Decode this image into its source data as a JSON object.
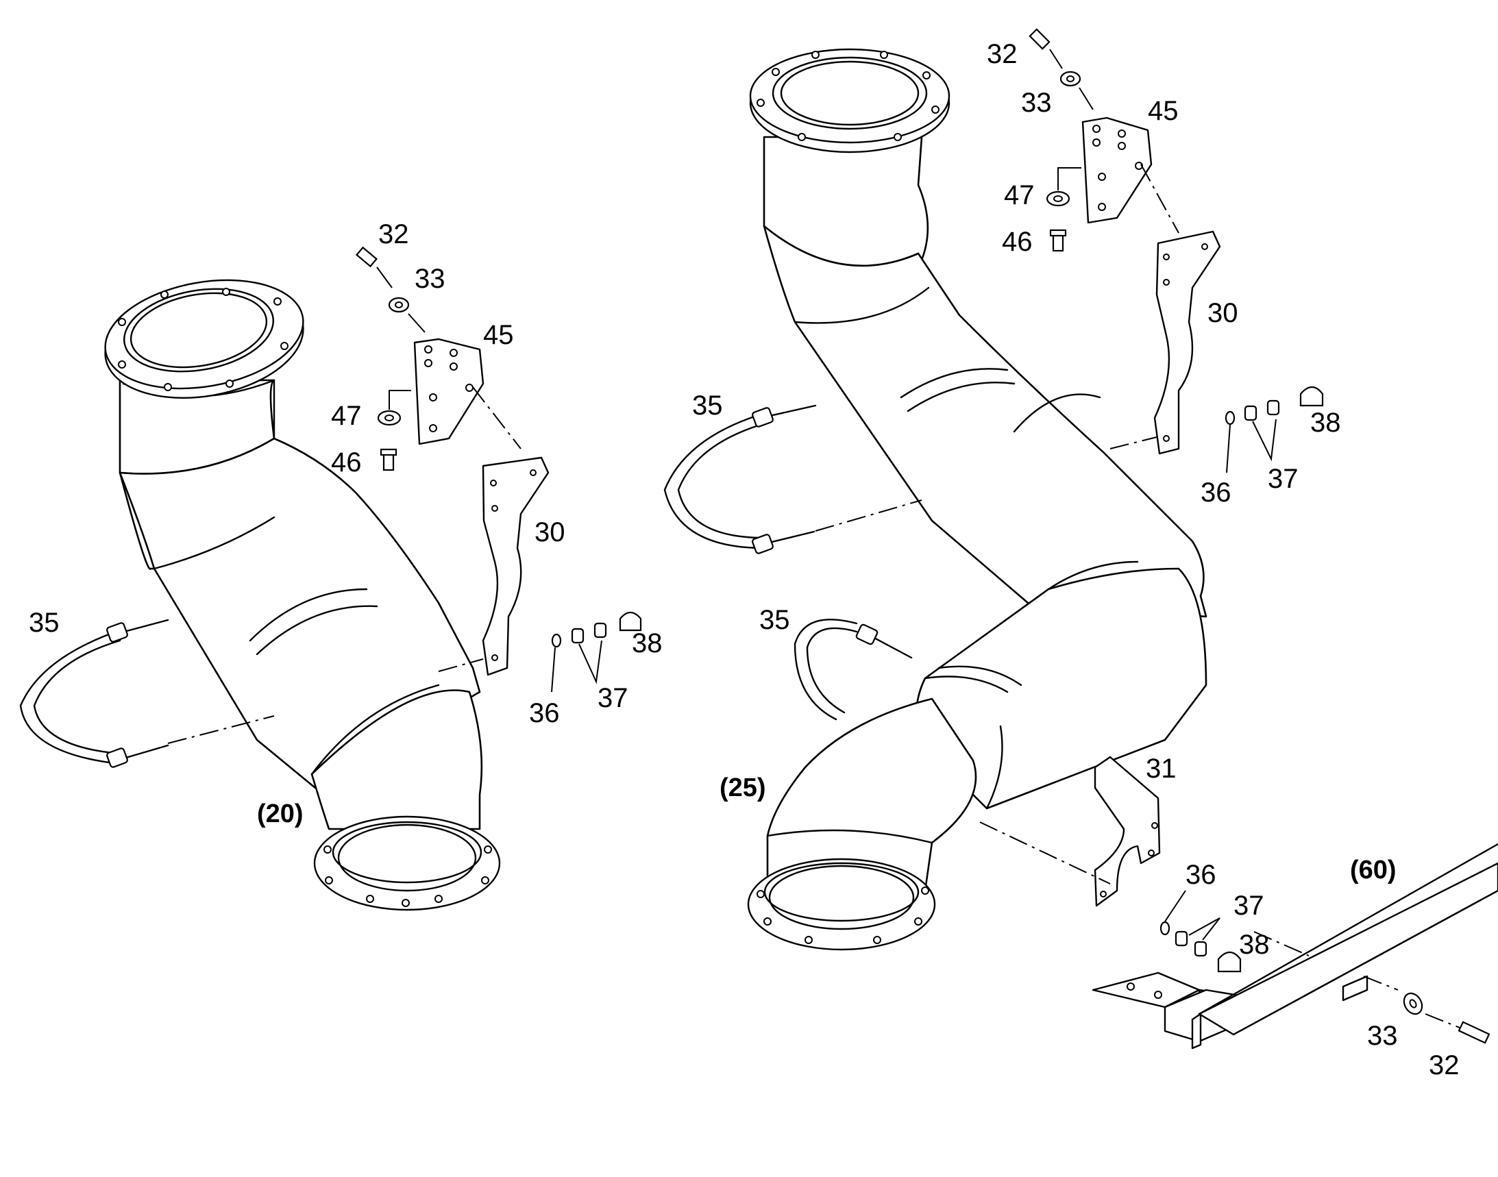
{
  "diagram": {
    "assemblies": [
      {
        "label": "(20)"
      },
      {
        "label": "(25)"
      },
      {
        "label": "(60)"
      }
    ],
    "callouts_left": [
      {
        "label": "32"
      },
      {
        "label": "33"
      },
      {
        "label": "45"
      },
      {
        "label": "47"
      },
      {
        "label": "46"
      },
      {
        "label": "30"
      },
      {
        "label": "35"
      },
      {
        "label": "36"
      },
      {
        "label": "37"
      },
      {
        "label": "38"
      }
    ],
    "callouts_right": [
      {
        "label": "32"
      },
      {
        "label": "33"
      },
      {
        "label": "45"
      },
      {
        "label": "47"
      },
      {
        "label": "46"
      },
      {
        "label": "30"
      },
      {
        "label": "35"
      },
      {
        "label": "36"
      },
      {
        "label": "37"
      },
      {
        "label": "38"
      },
      {
        "label": "35"
      },
      {
        "label": "31"
      },
      {
        "label": "36"
      },
      {
        "label": "37"
      },
      {
        "label": "38"
      },
      {
        "label": "33"
      },
      {
        "label": "32"
      }
    ]
  }
}
